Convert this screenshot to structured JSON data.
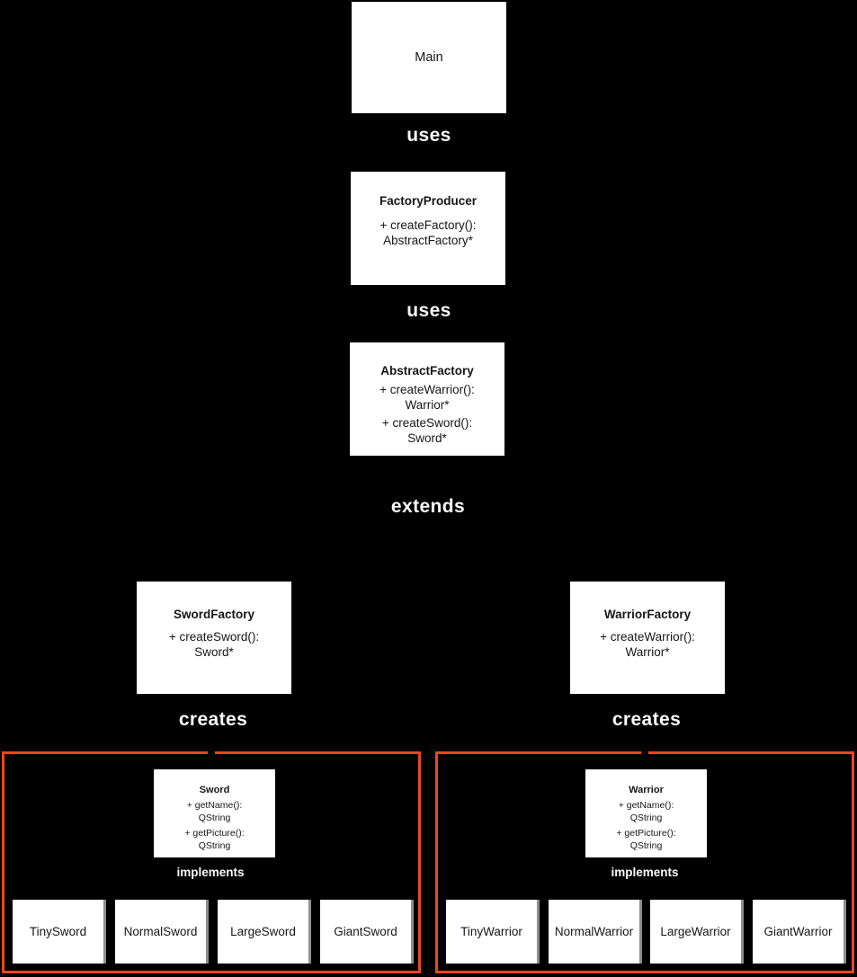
{
  "nodes": {
    "main": {
      "title": "Main"
    },
    "factoryProducer": {
      "title": "FactoryProducer",
      "methods": [
        {
          "sig": "+ createFactory():",
          "ret": "AbstractFactory*"
        }
      ]
    },
    "abstractFactory": {
      "title": "AbstractFactory",
      "methods": [
        {
          "sig": "+ createWarrior():",
          "ret": "Warrior*"
        },
        {
          "sig": "+ createSword():",
          "ret": "Sword*"
        }
      ]
    },
    "swordFactory": {
      "title": "SwordFactory",
      "methods": [
        {
          "sig": "+ createSword():",
          "ret": "Sword*"
        }
      ]
    },
    "warriorFactory": {
      "title": "WarriorFactory",
      "methods": [
        {
          "sig": "+ createWarrior():",
          "ret": "Warrior*"
        }
      ]
    },
    "sword": {
      "title": "Sword",
      "methods": [
        {
          "sig": "+ getName():",
          "ret": "QString"
        },
        {
          "sig": "+ getPicture():",
          "ret": "QString"
        }
      ]
    },
    "warrior": {
      "title": "Warrior",
      "methods": [
        {
          "sig": "+ getName():",
          "ret": "QString"
        },
        {
          "sig": "+ getPicture():",
          "ret": "QString"
        }
      ]
    }
  },
  "edges": {
    "uses1": "uses",
    "uses2": "uses",
    "extends": "extends",
    "createsLeft": "creates",
    "createsRight": "creates",
    "implementsLeft": "implements",
    "implementsRight": "implements"
  },
  "swordImplementations": [
    "TinySword",
    "NormalSword",
    "LargeSword",
    "GiantSword"
  ],
  "warriorImplementations": [
    "TinyWarrior",
    "NormalWarrior",
    "LargeWarrior",
    "GiantWarrior"
  ],
  "colors": {
    "background": "#000000",
    "boxFill": "#ffffff",
    "boxText": "#161616",
    "labelText": "#fafafa",
    "groupBorder": "#e8481c",
    "implBoxShadow": "#8e8e8e"
  }
}
